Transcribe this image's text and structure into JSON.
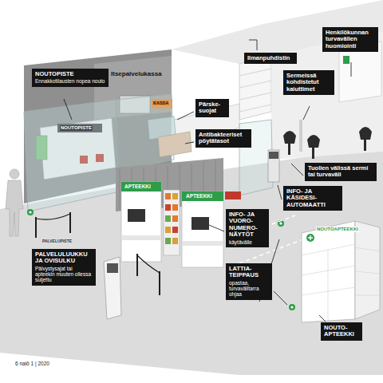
{
  "diagram": {
    "nodes": [
      {
        "text": [
          "Henkilökunnan turvavälien huomiointi"
        ]
      },
      {
        "text": [
          "Ilmanpuhdistin"
        ]
      },
      {
        "text": [
          "NOUTOPISTE",
          "Ennakkotilausten nopea nouto"
        ]
      },
      {
        "text": [
          "Sermeissä kohdistetut kaiuttimet"
        ]
      },
      {
        "text": [
          "Pärske- suojat"
        ]
      },
      {
        "text": [
          "Antibakteeriset pöytätasot"
        ]
      },
      {
        "text": [
          "Tuolien välissä sermi tai turvaväli"
        ]
      },
      {
        "text": [
          "INFO- JA KÄSIDESI- AUTOMAATTI"
        ]
      },
      {
        "text": [
          "INFO- JA VUORO- NUMERO- NÄYTÖT",
          "käytävälle"
        ]
      },
      {
        "text": [
          "PALVELULUUKKU JA OVISULKU",
          "Päivystysajat tai apteekin muuten ollessa suljettu"
        ]
      },
      {
        "text": [
          "LATTIA- TEIPPAUS",
          "opastaa, turvavälitarra ohjaa"
        ]
      },
      {
        "text": [
          "NOUTO- APTEEKKI"
        ]
      }
    ],
    "labels": [
      "Itsepalvelukassa",
      "NOUTOPISTE",
      "KASSA",
      "APTEEKKI",
      "APTEEKKI",
      "PALVELUPISTE",
      "NOUTOAPTEEKKI",
      "6 naiō 1 | 2020"
    ]
  }
}
